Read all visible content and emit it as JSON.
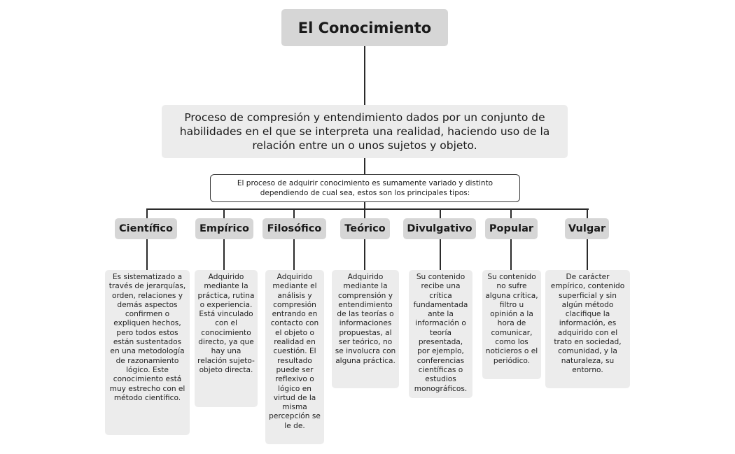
{
  "diagram": {
    "title": "El Conocimiento",
    "definition": "Proceso de compresión y entendimiento dados por un conjunto de habilidades en el que se interpreta una realidad, haciendo uso de la relación entre un o unos sujetos y objeto.",
    "intro": "El proceso de adquirir conocimiento es sumamente variado y distinto dependiendo de cual sea, estos son los principales tipos:",
    "types": [
      {
        "name": "Científico",
        "description": "Es sistematizado a través de jerarquías, orden, relaciones y demás aspectos confirmen o expliquen hechos, pero todos estos están sustentados en una metodología de razonamiento lógico. Este conocimiento está muy estrecho con el método científico."
      },
      {
        "name": "Empírico",
        "description": "Adquirido mediante la práctica, rutina o experiencia. Está vinculado con el conocimiento directo, ya que hay una relación sujeto-objeto directa."
      },
      {
        "name": "Filosófico",
        "description": "Adquirido mediante el análisis y compresión entrando en contacto con el objeto o realidad en cuestión. El resultado puede ser reflexivo o lógico en virtud de la misma percepción se le de."
      },
      {
        "name": "Teórico",
        "description": "Adquirido mediante la comprensión y entendimiento de las teorías o informaciones propuestas, al ser teórico, no se involucra con alguna práctica."
      },
      {
        "name": "Divulgativo",
        "description": "Su contenido recibe una crítica fundamentada ante la información o teoría presentada, por ejemplo, conferencias científicas o estudios monográficos."
      },
      {
        "name": "Popular",
        "description": "Su contenido no sufre alguna crítica, filtro u opinión a la hora de comunicar, como los noticieros o el periódico."
      },
      {
        "name": "Vulgar",
        "description": "De carácter empírico, contenido superficial y sin algún método clacifique la información, es adquirido con el trato en sociedad, comunidad, y la naturaleza, su entorno."
      }
    ],
    "colors": {
      "title_box": "#d6d6d6",
      "category_box": "#d6d6d6",
      "definition_box": "#ececec",
      "description_box": "#ececec",
      "intro_box": "#ffffff",
      "connector": "#2b2b2b"
    }
  }
}
